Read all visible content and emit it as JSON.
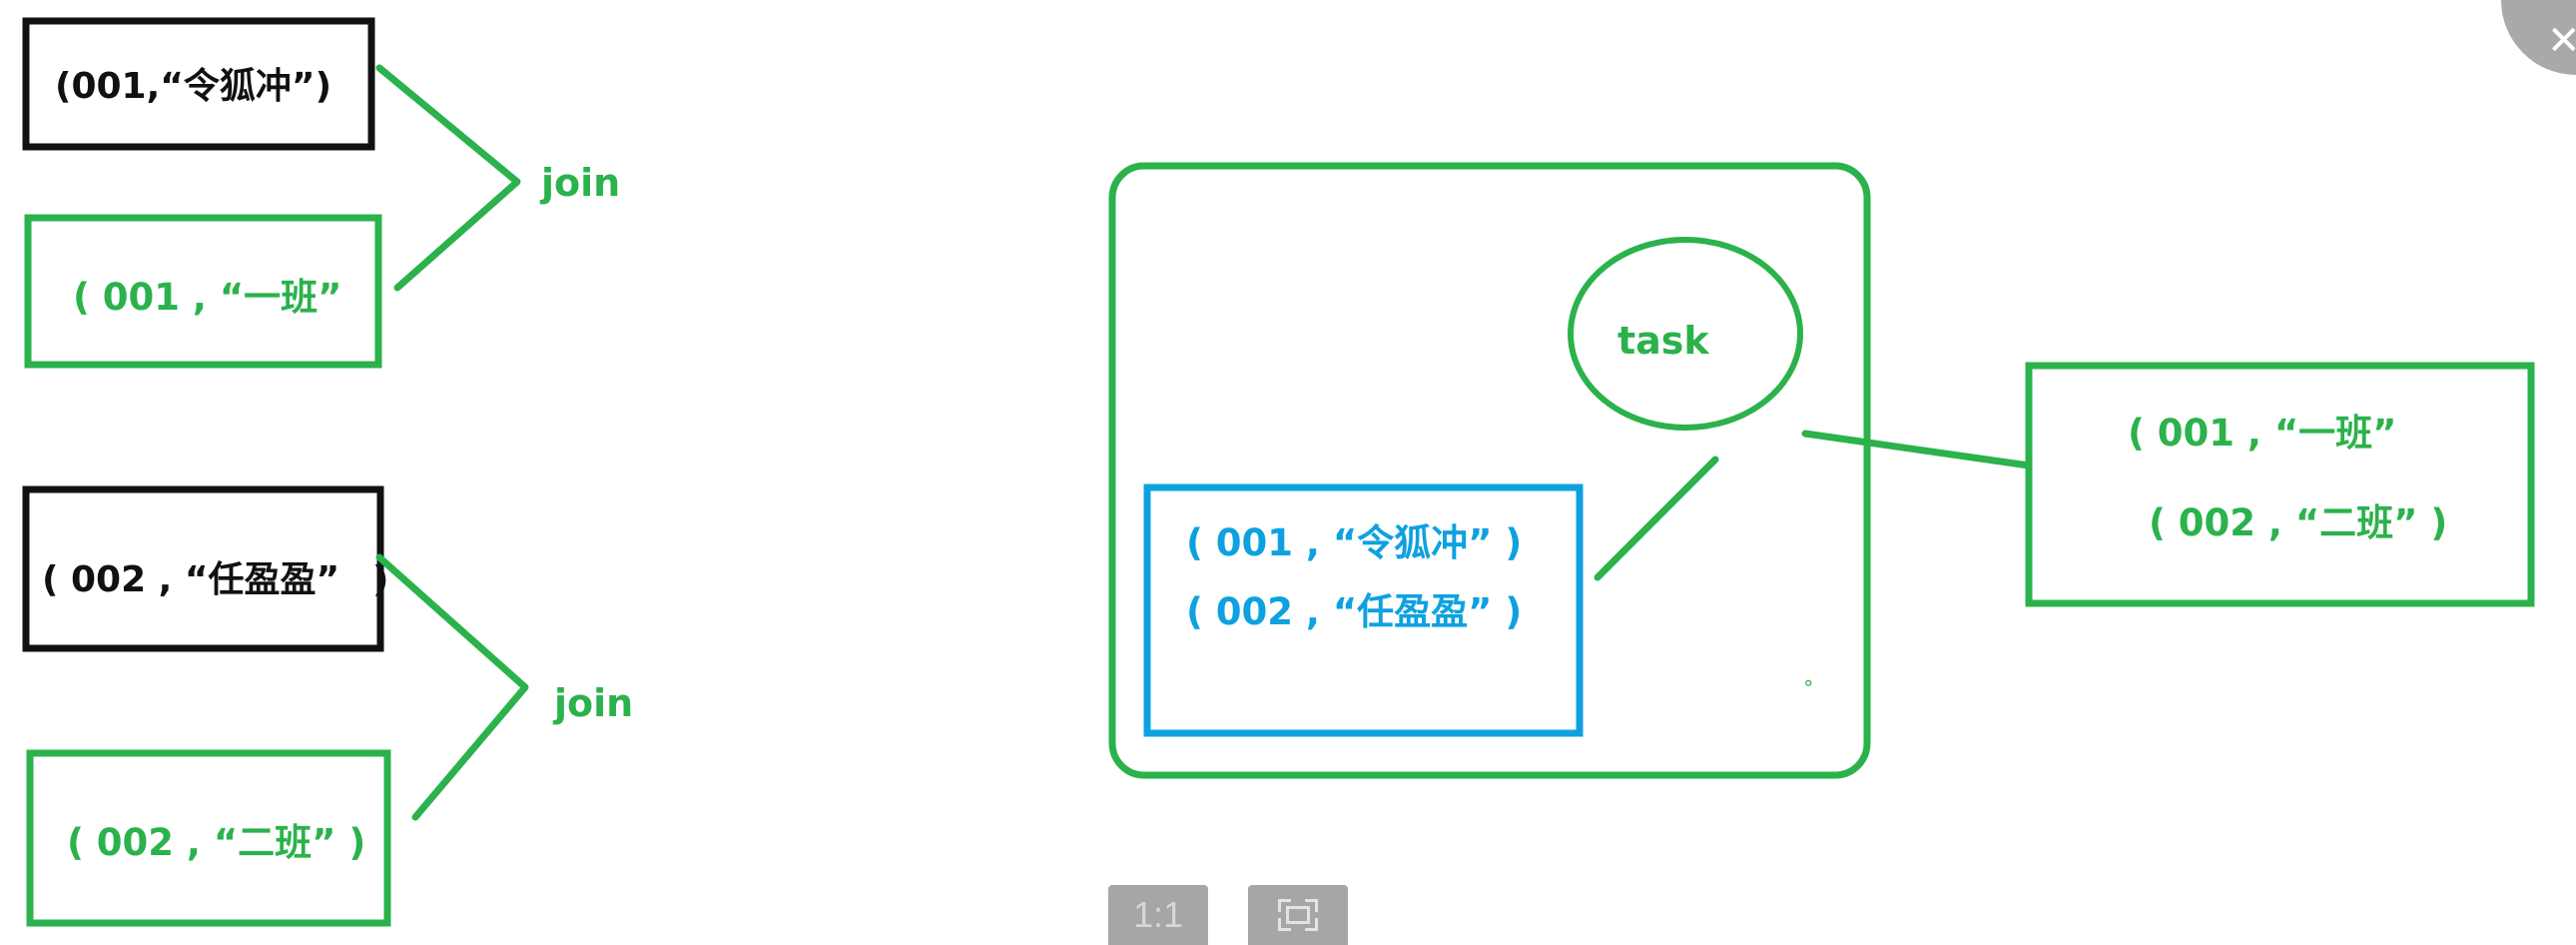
{
  "colors": {
    "green": "#2bb24c",
    "black": "#111111",
    "blue": "#0ea1e0",
    "viewer_button": "#a6a6a6",
    "close_button": "#a9a9a9"
  },
  "left": {
    "record1": "(001,“令狐冲”)",
    "class1": "( 001 , “一班”",
    "join1": "join",
    "record2": "( 002 , “任盈盈”",
    "record2_paren": ")",
    "class2": "( 002 , “二班” )",
    "join2": "join"
  },
  "executor": {
    "task_label": "task",
    "partition_line1": "( 001 , “令狐冲” )",
    "partition_line2": "( 002 , “任盈盈” )",
    "marker": "∘"
  },
  "broadcast": {
    "line1": "( 001 , “一班”",
    "line2": "( 002 , “二班” )"
  },
  "viewer": {
    "actual_size_label": "1:1",
    "fit_icon": "fit-to-screen-icon",
    "close_icon": "close-icon",
    "close_glyph": "✕"
  }
}
